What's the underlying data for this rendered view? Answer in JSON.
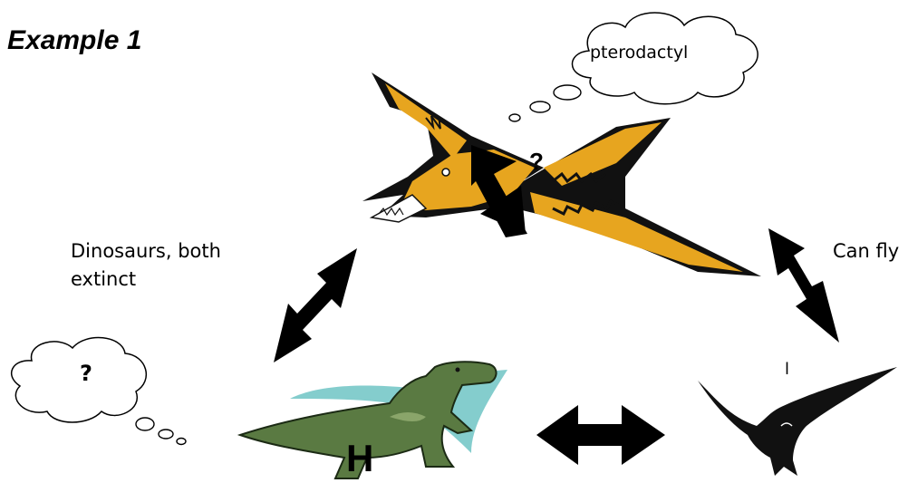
{
  "title": "Example 1",
  "labels": {
    "left_relation": "Dinosaurs, both extinct",
    "left_relation_line1": "Dinosaurs, both",
    "left_relation_line2": "extinct",
    "right_relation": "Can fly",
    "bird_mark": "l"
  },
  "thought_bubbles": {
    "top": "pterodactyl",
    "left": "?"
  },
  "overlay_marks": {
    "pterodactyl_mark": "?",
    "trex_mark": "H"
  },
  "nodes": [
    {
      "name": "pterodactyl",
      "icon": "pterodactyl-icon"
    },
    {
      "name": "t-rex",
      "icon": "t-rex-icon"
    },
    {
      "name": "bird",
      "icon": "bird-icon"
    }
  ],
  "colors": {
    "pterodactyl_body": "#e7a51f",
    "trex_body": "#5a7a42",
    "trex_shadow": "#6fc4c4",
    "arrows": "#000000"
  }
}
